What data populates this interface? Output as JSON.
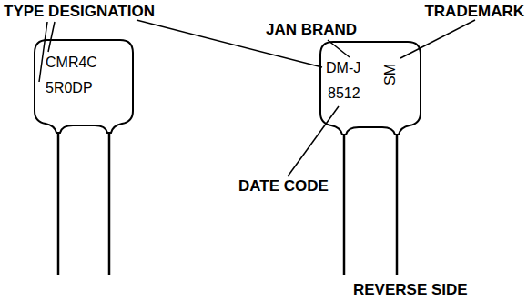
{
  "diagram": {
    "labels": [
      "TYPE DESIGNATION",
      "JAN BRAND",
      "TRADEMARK",
      "CMR4C",
      "5R0DP",
      "DM-J",
      "SM",
      "8512",
      "DATE CODE",
      "REVERSE SIDE"
    ]
  }
}
